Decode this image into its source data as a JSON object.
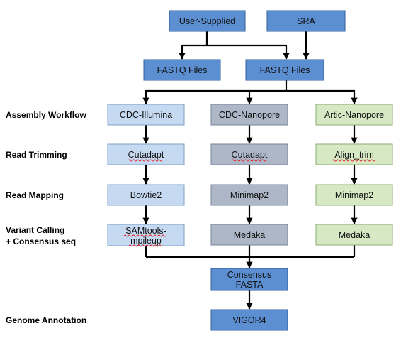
{
  "colors": {
    "dark_fill": "#5b8fd1",
    "dark_stroke": "#2f5f9a",
    "light_fill": "#c5d9f1",
    "light_stroke": "#7f9fc8",
    "gray_fill": "#aeb7c8",
    "gray_stroke": "#7a8599",
    "green_fill": "#d6e8c4",
    "green_stroke": "#8aab73",
    "connector": "#000000",
    "spellcheck": "#e21f1f"
  },
  "rows": {
    "assembly_workflow": "Assembly Workflow",
    "read_trimming": "Read Trimming",
    "read_mapping": "Read Mapping",
    "variant_calling_1": "Variant Calling",
    "variant_calling_2": "+ Consensus seq",
    "genome_annotation": "Genome Annotation"
  },
  "nodes": {
    "user_supplied": "User-Supplied",
    "sra": "SRA",
    "fastq_left": "FASTQ Files",
    "fastq_right": "FASTQ Files",
    "cdc_illumina": "CDC-Illumina",
    "cdc_nanopore": "CDC-Nanopore",
    "artic_nanopore": "Artic-Nanopore",
    "cutadapt_1": "Cutadapt",
    "cutadapt_2": "Cutadapt",
    "align_trim": "Align_trim",
    "bowtie2": "Bowtie2",
    "minimap2_1": "Minimap2",
    "minimap2_2": "Minimap2",
    "samtools_1": "SAMtools-",
    "samtools_2": "mpileup",
    "medaka_1": "Medaka",
    "medaka_2": "Medaka",
    "consensus_1": "Consensus",
    "consensus_2": "FASTA",
    "vigor4": "VIGOR4"
  }
}
